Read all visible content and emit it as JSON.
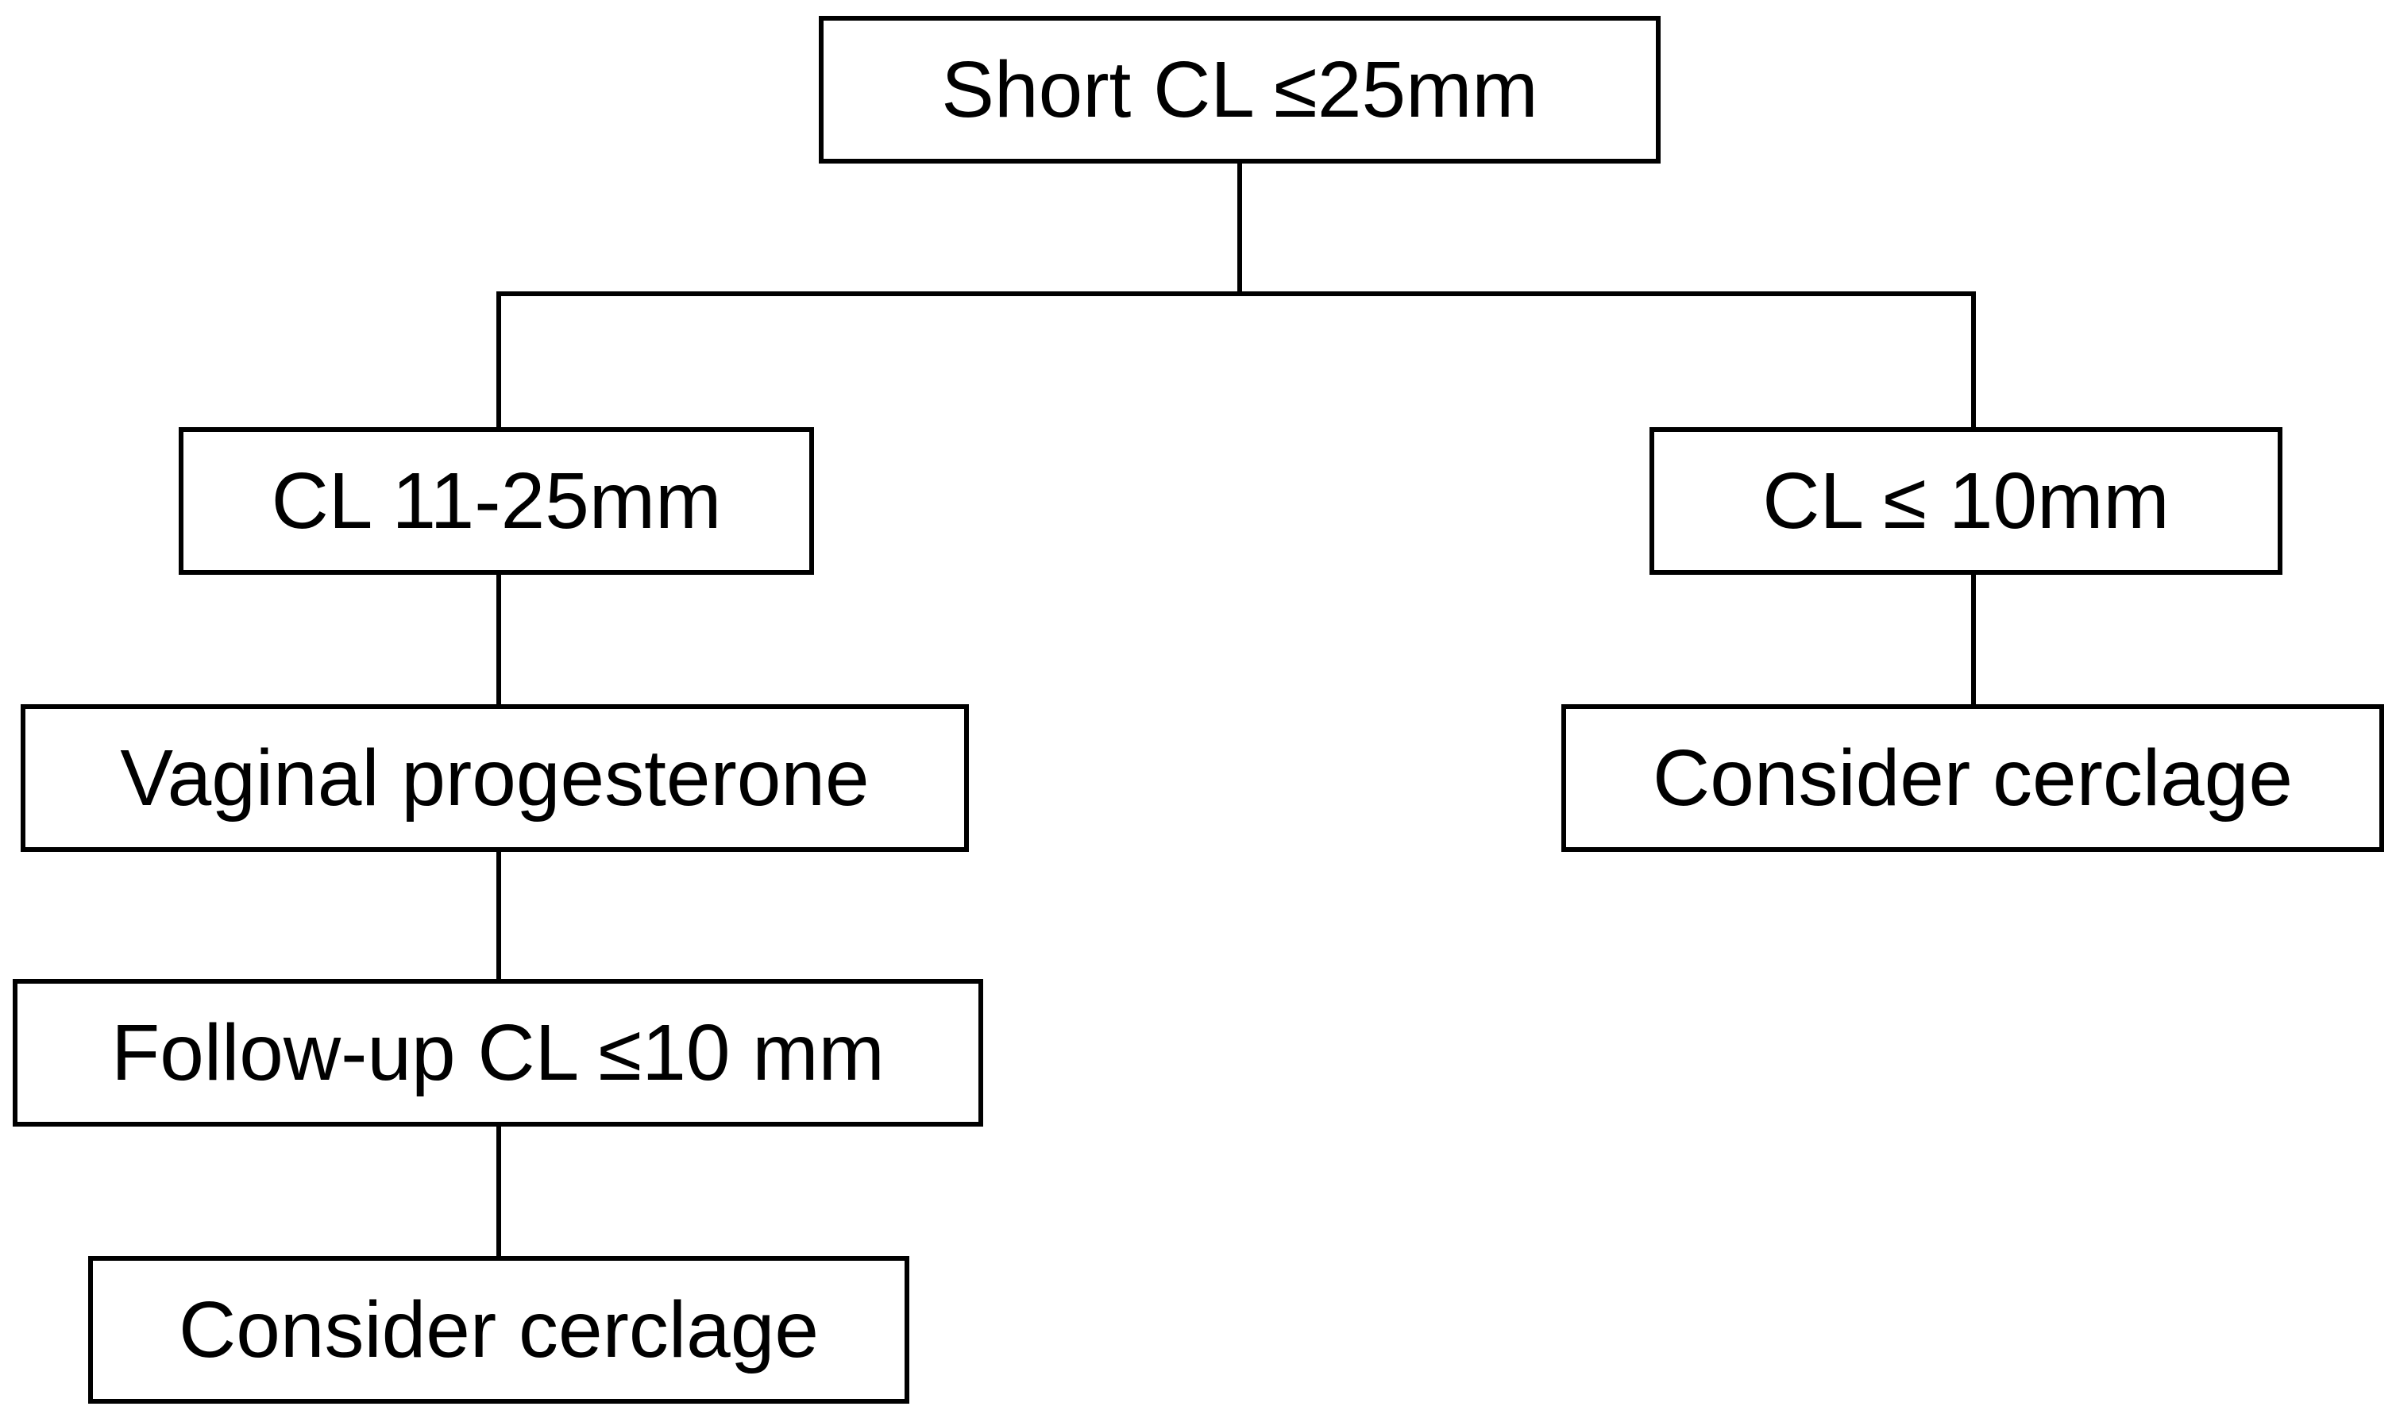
{
  "flowchart": {
    "root": {
      "label": "Short CL ≤25mm"
    },
    "left_branch": {
      "label": "CL 11-25mm",
      "step1": "Vaginal progesterone",
      "step2": "Follow-up CL ≤10 mm",
      "step3": "Consider cerclage"
    },
    "right_branch": {
      "label": "CL ≤ 10mm",
      "step1": "Consider cerclage"
    }
  },
  "colors": {
    "line": "#000000",
    "box_border": "#000000",
    "background": "#ffffff",
    "text": "#000000"
  }
}
